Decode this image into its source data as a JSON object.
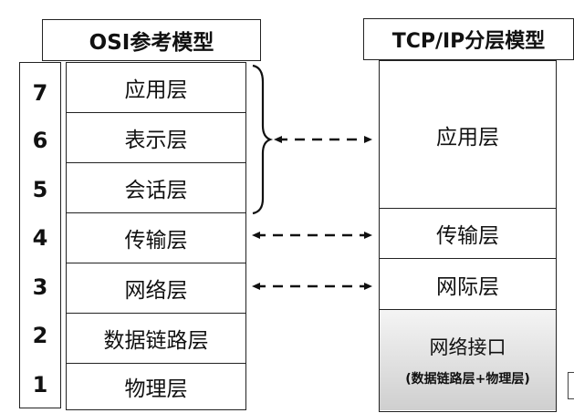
{
  "osi": {
    "title": "OSI参考模型",
    "layers": [
      {
        "num": "7",
        "name": "应用层"
      },
      {
        "num": "6",
        "name": "表示层"
      },
      {
        "num": "5",
        "name": "会话层"
      },
      {
        "num": "4",
        "name": "传输层"
      },
      {
        "num": "3",
        "name": "网络层"
      },
      {
        "num": "2",
        "name": "数据链路层"
      },
      {
        "num": "1",
        "name": "物理层"
      }
    ]
  },
  "tcpip": {
    "title": "TCP/IP分层模型",
    "layers": [
      {
        "name": "应用层"
      },
      {
        "name": "传输层"
      },
      {
        "name": "网际层"
      },
      {
        "name": "网络接口",
        "sub": "(数据链路层+物理层)"
      }
    ]
  },
  "colors": {
    "border": "#222222",
    "text": "#111111",
    "gradient_top": "#f4f4f4",
    "gradient_bottom": "#cfcfcf"
  }
}
